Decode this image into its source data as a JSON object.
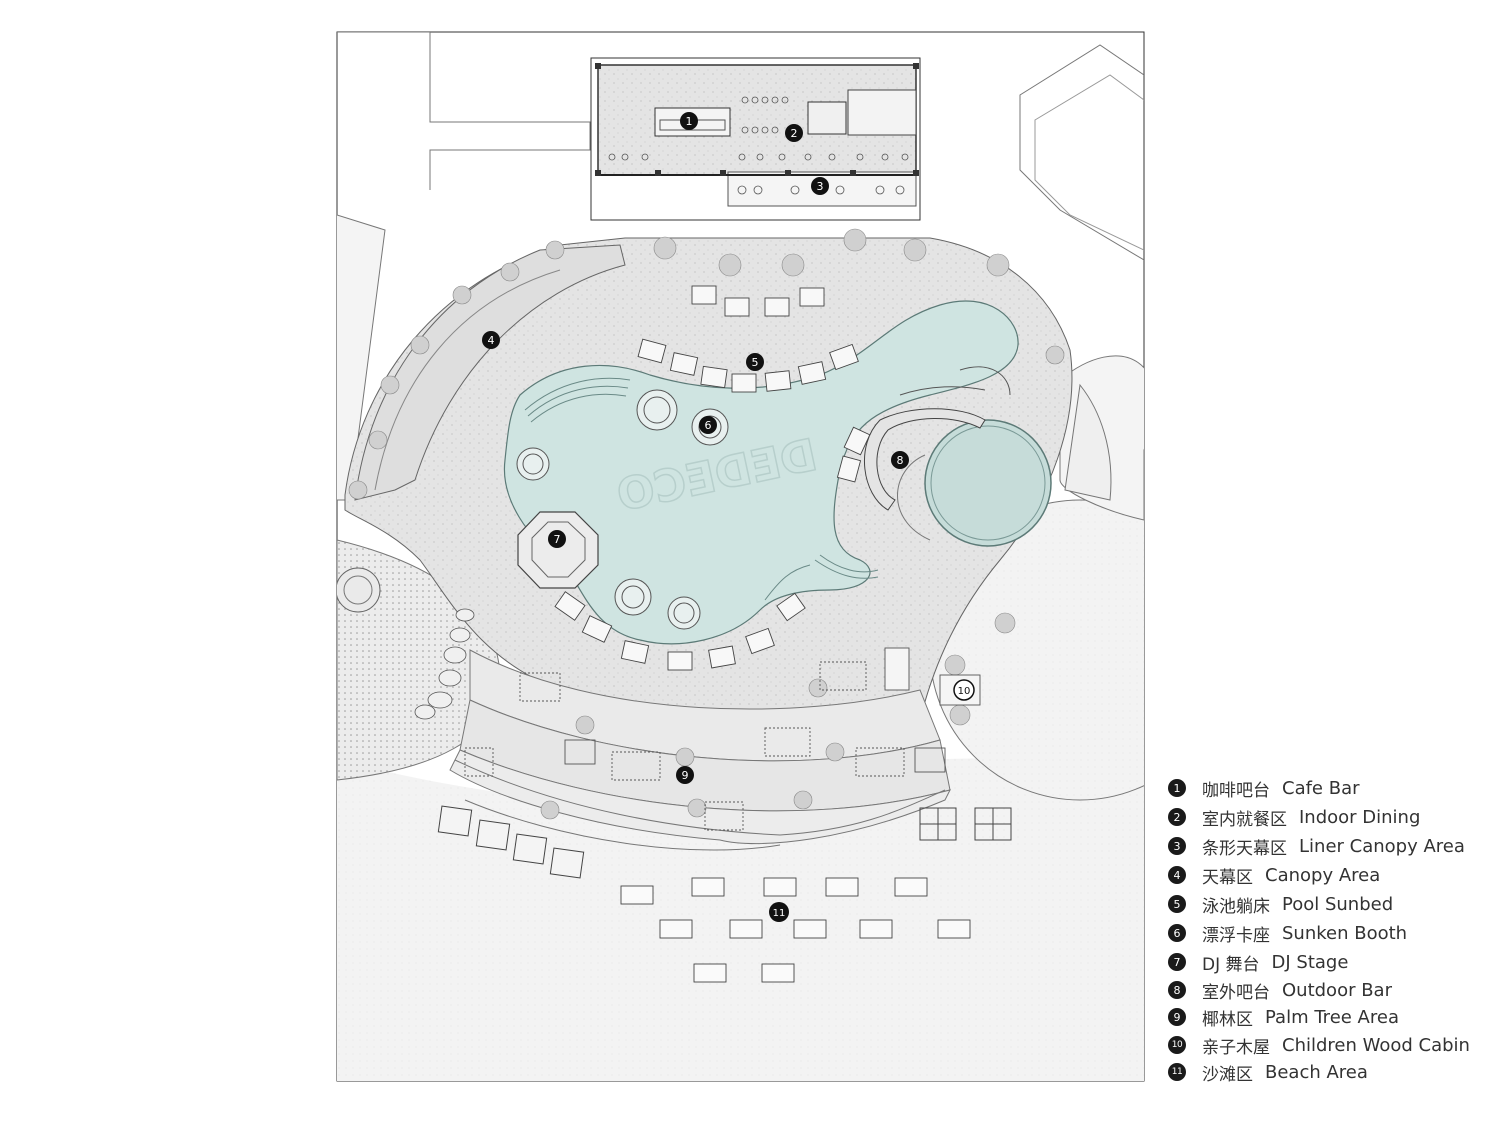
{
  "pool_logo_text": "DEDECO",
  "colors": {
    "pool": "#cfe4e1",
    "paving": "#e6e6e6",
    "sand": "#f1f1f1",
    "lawn": "#e9e9e9",
    "line": "#555555",
    "marker": "#111111"
  },
  "legend": [
    {
      "num": "1",
      "zh": "咖啡吧台",
      "en": "Cafe Bar"
    },
    {
      "num": "2",
      "zh": "室内就餐区",
      "en": "Indoor Dining"
    },
    {
      "num": "3",
      "zh": "条形天幕区",
      "en": "Liner Canopy Area"
    },
    {
      "num": "4",
      "zh": "天幕区",
      "en": "Canopy Area"
    },
    {
      "num": "5",
      "zh": "泳池躺床",
      "en": "Pool Sunbed"
    },
    {
      "num": "6",
      "zh": "漂浮卡座",
      "en": "Sunken Booth"
    },
    {
      "num": "7",
      "zh": "DJ 舞台",
      "en": "DJ Stage"
    },
    {
      "num": "8",
      "zh": "室外吧台",
      "en": "Outdoor Bar"
    },
    {
      "num": "9",
      "zh": "椰林区",
      "en": "Palm Tree Area"
    },
    {
      "num": "10",
      "zh": "亲子木屋",
      "en": "Children Wood Cabin"
    },
    {
      "num": "11",
      "zh": "沙滩区",
      "en": "Beach Area"
    }
  ],
  "markers": [
    "1",
    "2",
    "3",
    "4",
    "5",
    "6",
    "7",
    "8",
    "9",
    "10",
    "11"
  ]
}
